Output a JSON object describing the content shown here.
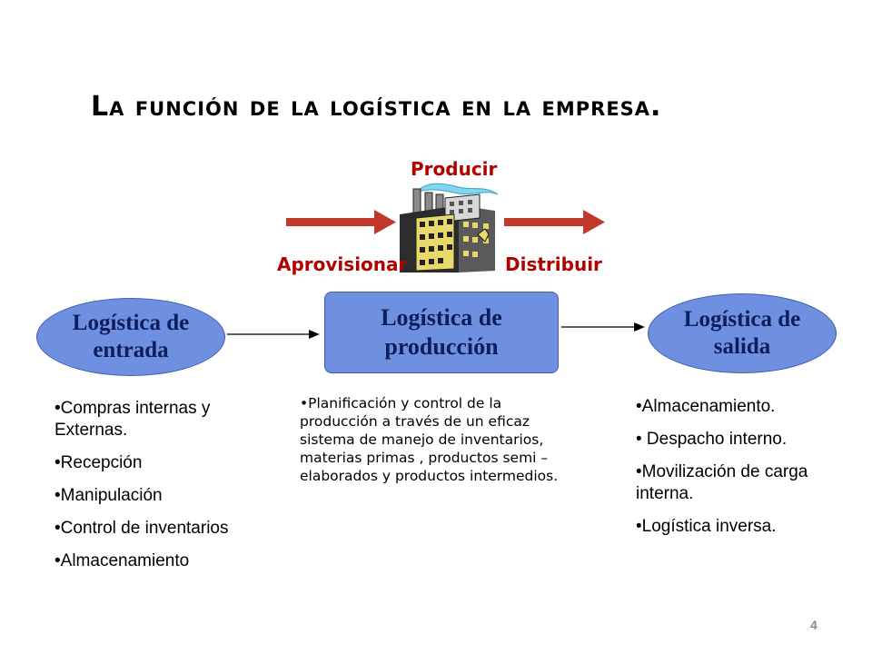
{
  "title": "La función de la logística en la empresa.",
  "flow": {
    "produce_label": "Producir",
    "supply_label": "Aprovisionar",
    "distribute_label": "Distribuir"
  },
  "stages": {
    "inbound": {
      "label_line1": "Logística de",
      "label_line2": "entrada",
      "items": [
        "Compras internas y Externas.",
        "Recepción",
        "Manipulación",
        "Control de inventarios",
        "Almacenamiento"
      ]
    },
    "production": {
      "label_line1": "Logística de",
      "label_line2": "producción",
      "items": [
        "Planificación y control de la producción a través de un eficaz sistema de manejo de inventarios, materias primas , productos semi – elaborados y productos intermedios."
      ]
    },
    "outbound": {
      "label_line1": "Logística de",
      "label_line2": "salida",
      "items": [
        "Almacenamiento.",
        " Despacho interno.",
        "Movilización de carga interna.",
        "Logística inversa."
      ]
    }
  },
  "page_number": "4",
  "colors": {
    "shape_fill": "#6f8fe0",
    "flow_red": "#b00000",
    "arrow_red": "#c0392b"
  }
}
